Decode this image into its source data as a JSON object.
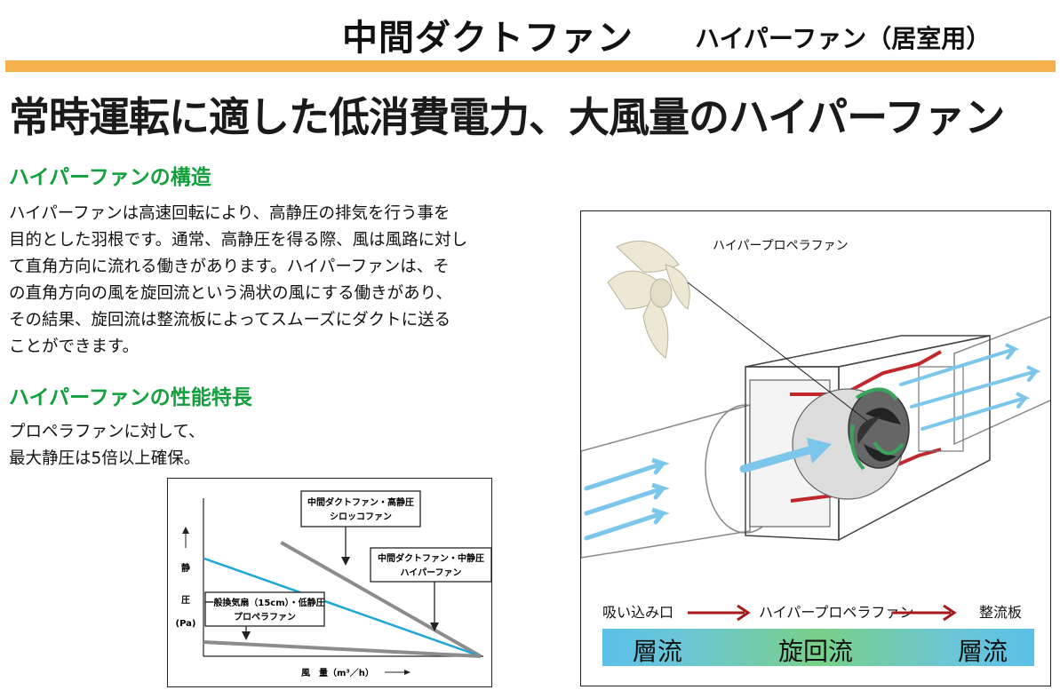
{
  "header": {
    "title": "中間ダクトファン",
    "subtitle": "ハイパーファン（居室用）"
  },
  "headline": "常時運転に適した低消費電力、大風量のハイパーファン",
  "structure": {
    "heading": "ハイパーファンの構造",
    "lines": [
      "ハイパーファンは高速回転により、高静圧の排気を行う事を",
      "目的とした羽根です。通常、高静圧を得る際、風は風路に対し",
      "て直角方向に流れる働きがあります。ハイパーファンは、そ",
      "の直角方向の風を旋回流という渦状の風にする働きがあり、",
      "その結果、旋回流は整流板によってスムーズにダクトに送る",
      "ことができます。"
    ]
  },
  "performance": {
    "heading": "ハイパーファンの性能特長",
    "lines": [
      "プロペラファンに対して、",
      "最大静圧は5倍以上確保。"
    ]
  },
  "chart_data": {
    "type": "line",
    "title": "",
    "xlabel": "風　量（m³／h）",
    "ylabel_lines": [
      "静",
      "圧",
      "(Pa)"
    ],
    "series": [
      {
        "name": "中間ダクトファン・高静圧 シロッコファン",
        "label_lines": [
          "中間ダクトファン・高静圧",
          "シロッコファン"
        ],
        "color": "#8c8c8c",
        "x": [
          0.28,
          1.0
        ],
        "y": [
          0.72,
          0.0
        ]
      },
      {
        "name": "中間ダクトファン・中静圧 ハイパーファン",
        "label_lines": [
          "中間ダクトファン・中静圧",
          "ハイパーファン"
        ],
        "color": "#1ea6d8",
        "x": [
          0.0,
          1.0
        ],
        "y": [
          0.62,
          0.0
        ]
      },
      {
        "name": "一般換気扇（15cm）・低静圧 プロペラファン",
        "label_lines": [
          "一般換気扇（15cm）・低静圧",
          "プロペラファン"
        ],
        "color": "#8c8c8c",
        "x": [
          0.0,
          1.0
        ],
        "y": [
          0.09,
          0.0
        ]
      }
    ]
  },
  "diagram": {
    "fan_label": "ハイパープロペラファン",
    "stage_labels": [
      "吸い込み口",
      "ハイパープロペラファン",
      "整流板"
    ],
    "flow_words": [
      "層流",
      "旋回流",
      "層流"
    ],
    "colors": {
      "flow_arrow": "#7cc6ec",
      "swirl": "#3aa55a",
      "frame_red": "#c0282b",
      "stage_arrow": "#a31b1b"
    }
  },
  "colors": {
    "header_rule": "#f4b14c",
    "heading_green": "#12a03c"
  }
}
